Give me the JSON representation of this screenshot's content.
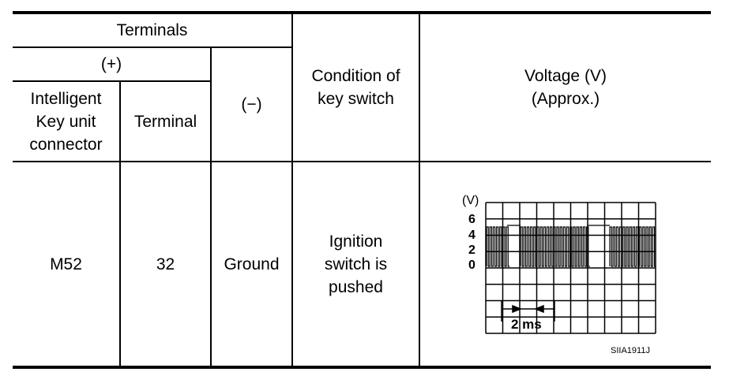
{
  "table": {
    "header": {
      "terminals": "Terminals",
      "plus": "(+)",
      "minus": "(−)",
      "intelligent_key_unit_connector": [
        "Intelligent",
        "Key unit",
        "connector"
      ],
      "terminal": "Terminal",
      "condition": [
        "Condition of",
        "key switch"
      ],
      "voltage": [
        "Voltage (V)",
        "(Approx.)"
      ]
    },
    "row": {
      "connector": "M52",
      "terminal": "32",
      "minus": "Ground",
      "condition": [
        "Ignition",
        "switch is",
        "pushed"
      ]
    }
  },
  "waveform": {
    "unit_label": "(V)",
    "y_ticks": [
      "6",
      "4",
      "2",
      "0"
    ],
    "time_scale_label": "2 ms",
    "figure_code": "SIIA1911J"
  }
}
